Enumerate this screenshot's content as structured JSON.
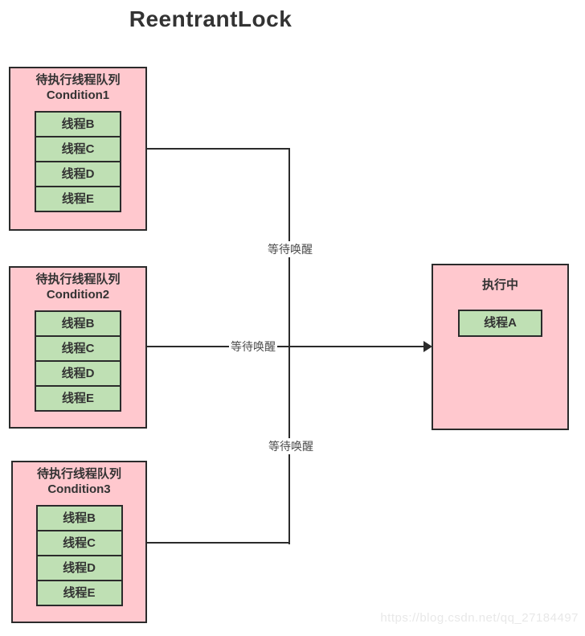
{
  "title": "ReentrantLock",
  "queues": [
    {
      "title": "待执行线程队列",
      "subtitle": "Condition1",
      "threads": [
        "线程B",
        "线程C",
        "线程D",
        "线程E"
      ]
    },
    {
      "title": "待执行线程队列",
      "subtitle": "Condition2",
      "threads": [
        "线程B",
        "线程C",
        "线程D",
        "线程E"
      ]
    },
    {
      "title": "待执行线程队列",
      "subtitle": "Condition3",
      "threads": [
        "线程B",
        "线程C",
        "线程D",
        "线程E"
      ]
    }
  ],
  "executing": {
    "title": "执行中",
    "thread": "线程A"
  },
  "edge_labels": [
    "等待唤醒",
    "等待唤醒",
    "等待唤醒"
  ],
  "watermark": "https://blog.csdn.net/qq_27184497",
  "colors": {
    "box_fill": "#ffc8ce",
    "thread_fill": "#bfe0b4",
    "border": "#2b2b2b",
    "title_text": "#333333",
    "edge_label_text": "#4d4d4d",
    "watermark_text": "#e8e8e8"
  }
}
